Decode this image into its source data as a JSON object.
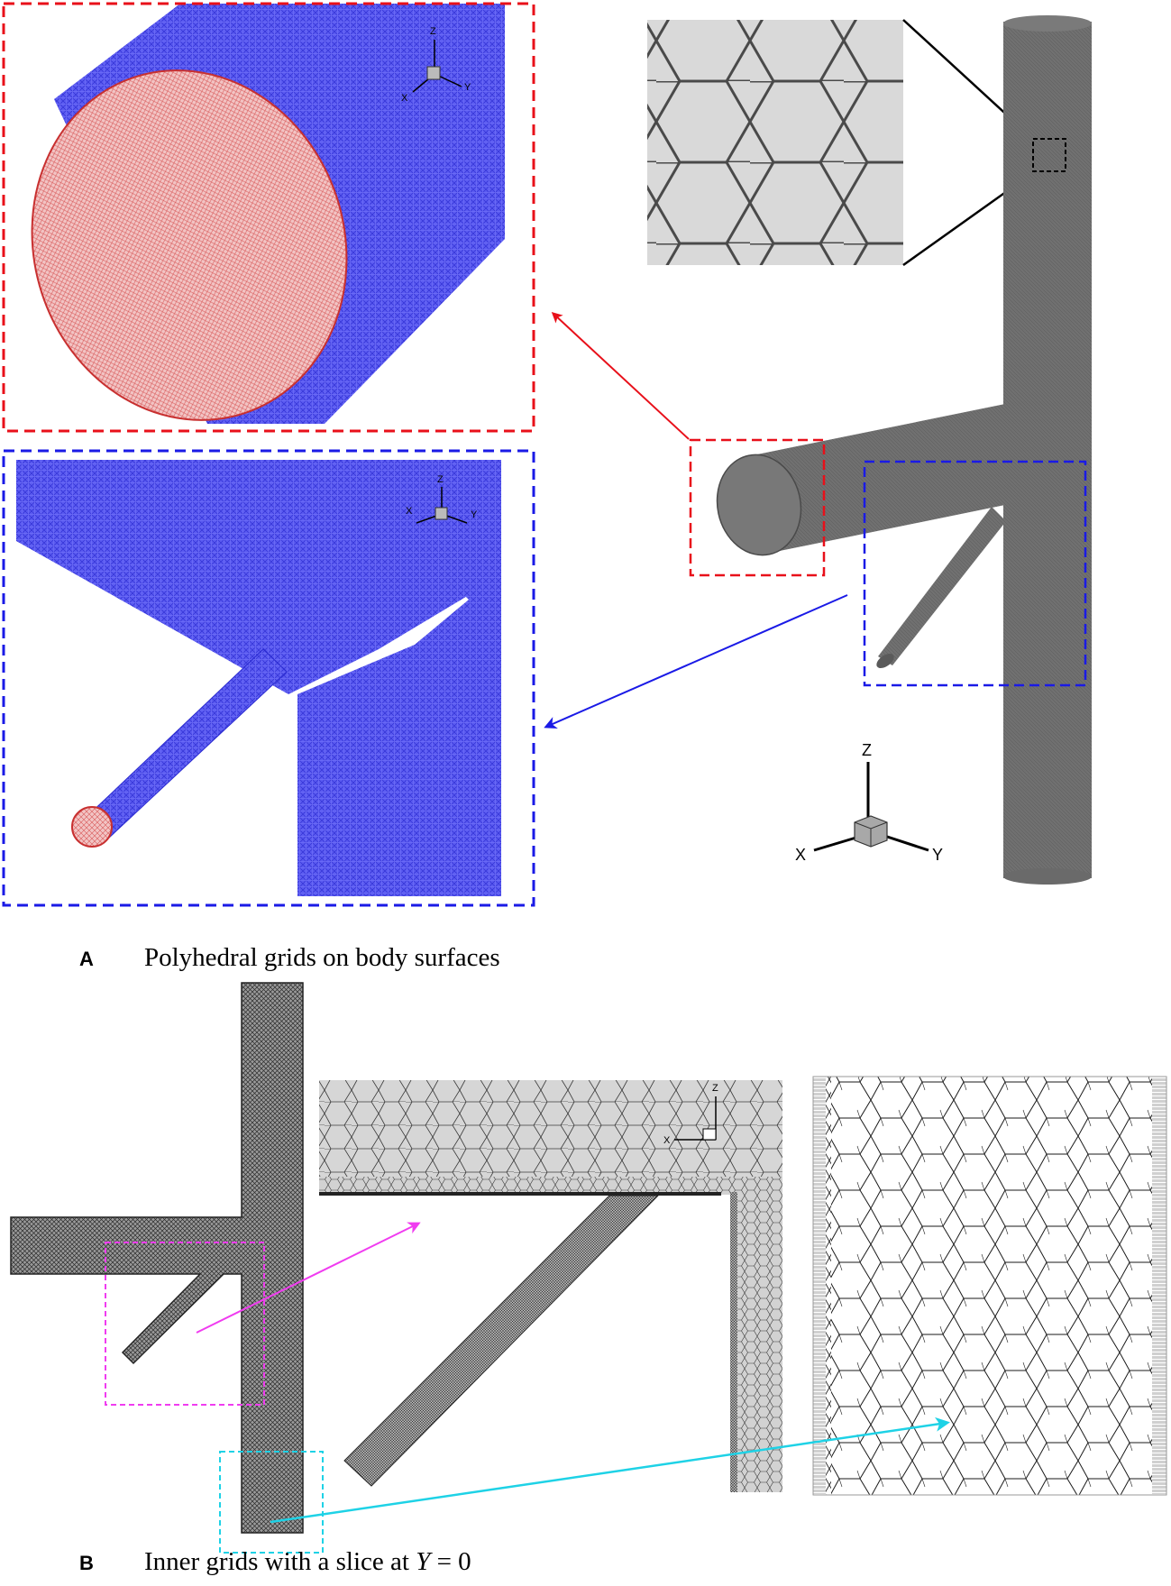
{
  "panel_a": {
    "letter": "A",
    "caption": "Polyhedral grids on body surfaces"
  },
  "panel_b": {
    "letter": "B",
    "caption": "Inner grids with a slice at",
    "caption_var": "Y",
    "caption_eq": "= 0"
  },
  "axes": {
    "z": "Z",
    "x": "X",
    "y": "Y"
  },
  "colors": {
    "red_callout": "#e8101a",
    "blue_callout": "#1a1ae6",
    "magenta_callout": "#f03cf0",
    "cyan_callout": "#1ed2e6",
    "body_gray": "#6e6e6e",
    "mesh_blue": "#4848ee",
    "mesh_red": "#e07070"
  }
}
